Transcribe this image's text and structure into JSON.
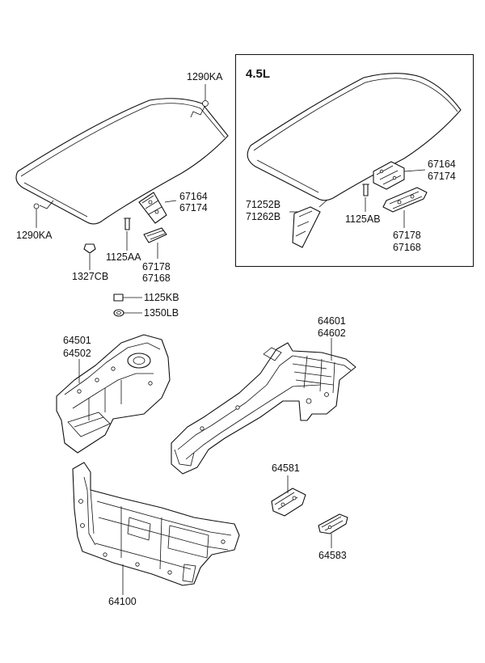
{
  "inset": {
    "title": "4.5L"
  },
  "labels": {
    "p1290ka_top": "1290KA",
    "p1290ka_left": "1290KA",
    "p67164_a": "67164",
    "p67174_a": "67174",
    "p1125aa": "1125AA",
    "p67178_a": "67178",
    "p67168_a": "67168",
    "p1327cb": "1327CB",
    "p1125kb": "1125KB",
    "p1350lb": "1350LB",
    "p71252b": "71252B",
    "p71262b": "71262B",
    "p67164_b": "67164",
    "p67174_b": "67174",
    "p1125ab": "1125AB",
    "p67178_b": "67178",
    "p67168_b": "67168",
    "p64501": "64501",
    "p64502": "64502",
    "p64601": "64601",
    "p64602": "64602",
    "p64581": "64581",
    "p64583": "64583",
    "p64100": "64100"
  }
}
